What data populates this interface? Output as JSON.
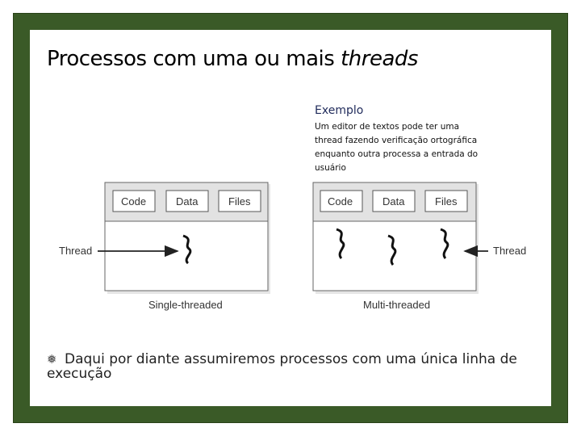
{
  "slide": {
    "title_main": "Processos com uma ou mais ",
    "title_italic": "threads",
    "example_heading": "Exemplo",
    "example_text": "Um editor de textos pode ter uma thread fazendo verificação ortográfica enquanto outra processa a entrada do usuário",
    "bullet_icon": "bullet-icon",
    "bullet_text": "Daqui por diante assumiremos processos com uma única linha de execução"
  },
  "diagram": {
    "single": {
      "code": "Code",
      "data": "Data",
      "files": "Files",
      "thread": "Thread",
      "caption": "Single-threaded"
    },
    "multi": {
      "code": "Code",
      "data": "Data",
      "files": "Files",
      "thread": "Thread",
      "caption": "Multi-threaded"
    }
  },
  "colors": {
    "frame": "#3a5a27",
    "example_heading": "#1f2a5a"
  }
}
